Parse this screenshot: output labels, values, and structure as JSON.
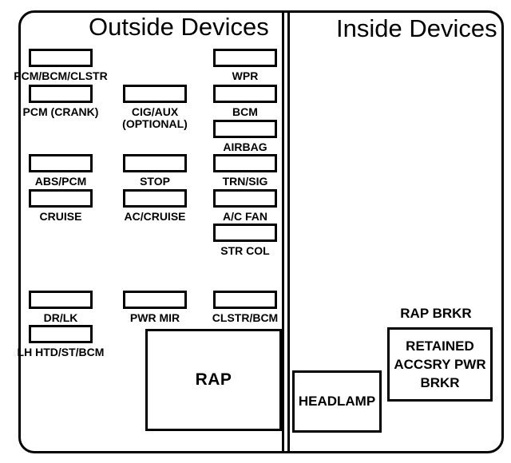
{
  "diagram": {
    "background": "#ffffff",
    "line_color": "#000000",
    "sections": [
      {
        "title": "Outside Devices"
      },
      {
        "title": "Inside Devices"
      }
    ],
    "outside_fuses": [
      {
        "label": "PCM/BCM/CLSTR"
      },
      {
        "label": "WPR"
      },
      {
        "label": "PCM (CRANK)"
      },
      {
        "label": "CIG/AUX",
        "label2": "(OPTIONAL)"
      },
      {
        "label": "BCM"
      },
      {
        "label": "AIRBAG"
      },
      {
        "label": "ABS/PCM"
      },
      {
        "label": "STOP"
      },
      {
        "label": "TRN/SIG"
      },
      {
        "label": "CRUISE"
      },
      {
        "label": "AC/CRUISE"
      },
      {
        "label": "A/C FAN"
      },
      {
        "label": "STR COL"
      },
      {
        "label": "DR/LK"
      },
      {
        "label": "PWR MIR"
      },
      {
        "label": "CLSTR/BCM"
      },
      {
        "label": "LH HTD/ST/BCM"
      }
    ],
    "rap_label": "RAP",
    "inside": {
      "breaker_caption": "RAP BRKR",
      "breaker_lines": [
        "RETAINED",
        "ACCSRY PWR",
        "BRKR"
      ],
      "headlamp_label": "HEADLAMP"
    }
  }
}
